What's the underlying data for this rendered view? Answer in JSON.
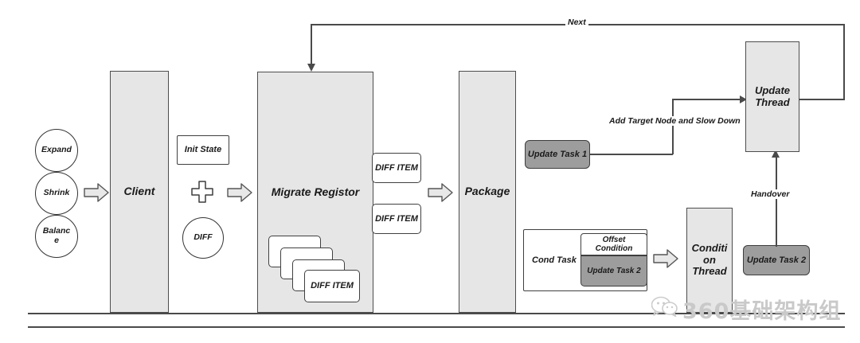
{
  "diagram": {
    "title": "Migration Flow Diagram",
    "colors": {
      "lane_fill": "#e6e6e6",
      "task_fill": "#9d9d9d",
      "box_fill": "#ffffff",
      "stroke": "#4a4a4a",
      "watermark": "#c9c9c9"
    },
    "lanes": [
      {
        "id": "client",
        "label": "Client"
      },
      {
        "id": "migrate-registor",
        "label": "Migrate Registor"
      },
      {
        "id": "package",
        "label": "Package"
      },
      {
        "id": "condition-thread",
        "label": "Conditi\non\nThread"
      },
      {
        "id": "update-thread",
        "label": "Update\nThread"
      }
    ],
    "triggers": [
      {
        "id": "expand",
        "label": "Expand"
      },
      {
        "id": "shrink",
        "label": "Shrink"
      },
      {
        "id": "balance",
        "label": "Balanc\ne"
      }
    ],
    "inputs": {
      "init_state": "Init State",
      "plus": "+",
      "diff": "DIFF"
    },
    "diff_items": {
      "stack_front_label": "DIFF ITEM",
      "stack_count": 4,
      "outputs": [
        "DIFF ITEM",
        "DIFF ITEM"
      ]
    },
    "tasks": {
      "update_task_1": "Update Task 1",
      "update_task_2_cond": "Update Task 2",
      "update_task_2_thread": "Update Task 2",
      "cond_task": "Cond Task",
      "offset_condition": "Offset\nCondition"
    },
    "edges": [
      {
        "id": "next",
        "label": "Next"
      },
      {
        "id": "add-target-node",
        "label": "Add Target Node and Slow Down"
      },
      {
        "id": "handover",
        "label": "Handover"
      }
    ],
    "watermark": {
      "icon": "wechat-icon",
      "text": "360基础架构组"
    }
  }
}
